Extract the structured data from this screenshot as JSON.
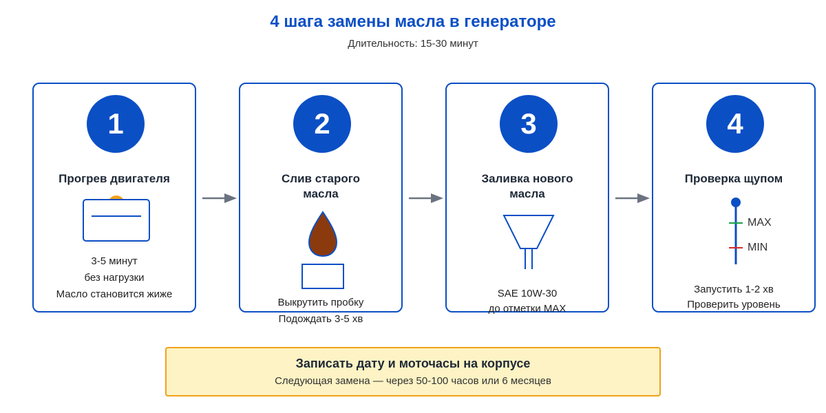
{
  "header": {
    "title": "4 шага замены масла в генераторе",
    "subtitle": "Длительность: 15-30 минут"
  },
  "colors": {
    "primary": "#0b4fc5",
    "arrow": "#6b7280",
    "accent": "#f0a11a",
    "oil": "#8b3a0e",
    "max_mark": "#16a34a",
    "min_mark": "#dc2626"
  },
  "steps": [
    {
      "number": "1",
      "title": "Прогрев двигателя",
      "icon": "engine-icon",
      "details": [
        "3-5 минут",
        "без нагрузки",
        "Масло становится жиже"
      ]
    },
    {
      "number": "2",
      "title_lines": [
        "Слив старого",
        "масла"
      ],
      "icon": "oil-drop-icon",
      "details": [
        "Выкрутить пробку",
        "Подождать 3-5 хв"
      ]
    },
    {
      "number": "3",
      "title_lines": [
        "Заливка нового",
        "масла"
      ],
      "icon": "funnel-icon",
      "details": [
        "SAE 10W-30",
        "до отметки MAX"
      ]
    },
    {
      "number": "4",
      "title": "Проверка щупом",
      "icon": "dipstick-icon",
      "dipstick": {
        "max_label": "MAX",
        "min_label": "MIN"
      },
      "details": [
        "Запустить 1-2 хв",
        "Проверить уровень"
      ]
    }
  ],
  "note": {
    "icon": "note-icon",
    "glyph": "",
    "title": "Записать дату и моточасы на корпусе",
    "text": "Следующая замена — через 50-100 часов или 6 месяцев"
  }
}
